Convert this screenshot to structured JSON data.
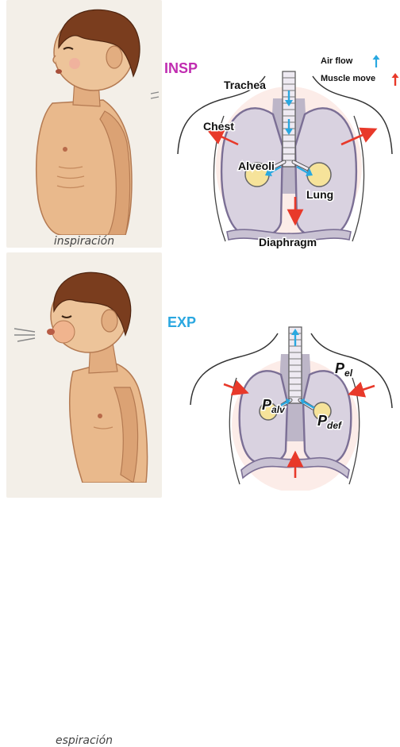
{
  "inspiration": {
    "photo_caption": "inspiración",
    "phase_label": "INSP",
    "labels": {
      "trachea": "Trachea",
      "chest": "Chest",
      "alveoli": "Alveoli",
      "lung": "Lung",
      "diaphragm": "Diaphragm"
    },
    "legend": {
      "air_flow": "Air flow",
      "muscle_move": "Muscle move"
    }
  },
  "expiration": {
    "photo_caption": "espiración",
    "phase_label": "EXP",
    "symbols": {
      "p_main": "P",
      "sub_alv": "alv",
      "sub_el": "el",
      "sub_def": "def"
    }
  },
  "colors": {
    "insp_label": "#c02cb0",
    "exp_label": "#2aa7e0",
    "air_flow_arrow": "#29a8e0",
    "muscle_arrow": "#e8392a",
    "skin": "#e9b98c",
    "skin_shade": "#d9976a",
    "hair": "#7a3d1e",
    "lung_fill": "#c9c2d3",
    "lung_outline": "#7b6f95",
    "alveolus_fill": "#f6e39a",
    "body_outline": "#333333"
  },
  "icons": {
    "air_flow_arrow": "arrow-up-icon",
    "muscle_arrow": "arrow-up-icon"
  }
}
